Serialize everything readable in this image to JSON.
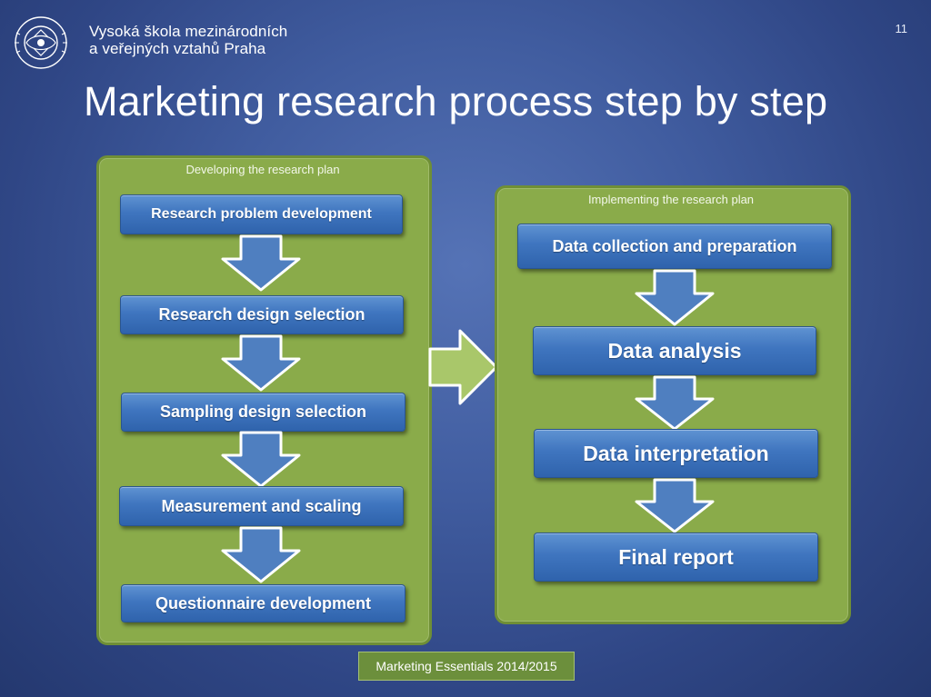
{
  "header": {
    "school_line1": "Vysoká škola mezinárodních",
    "school_line2": "a veřejných vztahů Praha",
    "logo_icon": "university-seal-logo",
    "page_number": "11"
  },
  "slide": {
    "title": "Marketing research process step by step"
  },
  "left_panel": {
    "title": "Developing the research plan",
    "steps": [
      "Research problem development",
      "Research design selection",
      "Sampling design selection",
      "Measurement and scaling",
      "Questionnaire development"
    ]
  },
  "right_panel": {
    "title": "Implementing the research plan",
    "steps": [
      "Data collection and preparation",
      "Data analysis",
      "Data interpretation",
      "Final report"
    ]
  },
  "footer": {
    "label": "Marketing Essentials 2014/2015"
  },
  "colors": {
    "background": "#405c9f",
    "panel": "#8aab4a",
    "step_box": "#3f75bf",
    "arrow": "#4f7fc0",
    "transition_arrow": "#a9c76a"
  }
}
